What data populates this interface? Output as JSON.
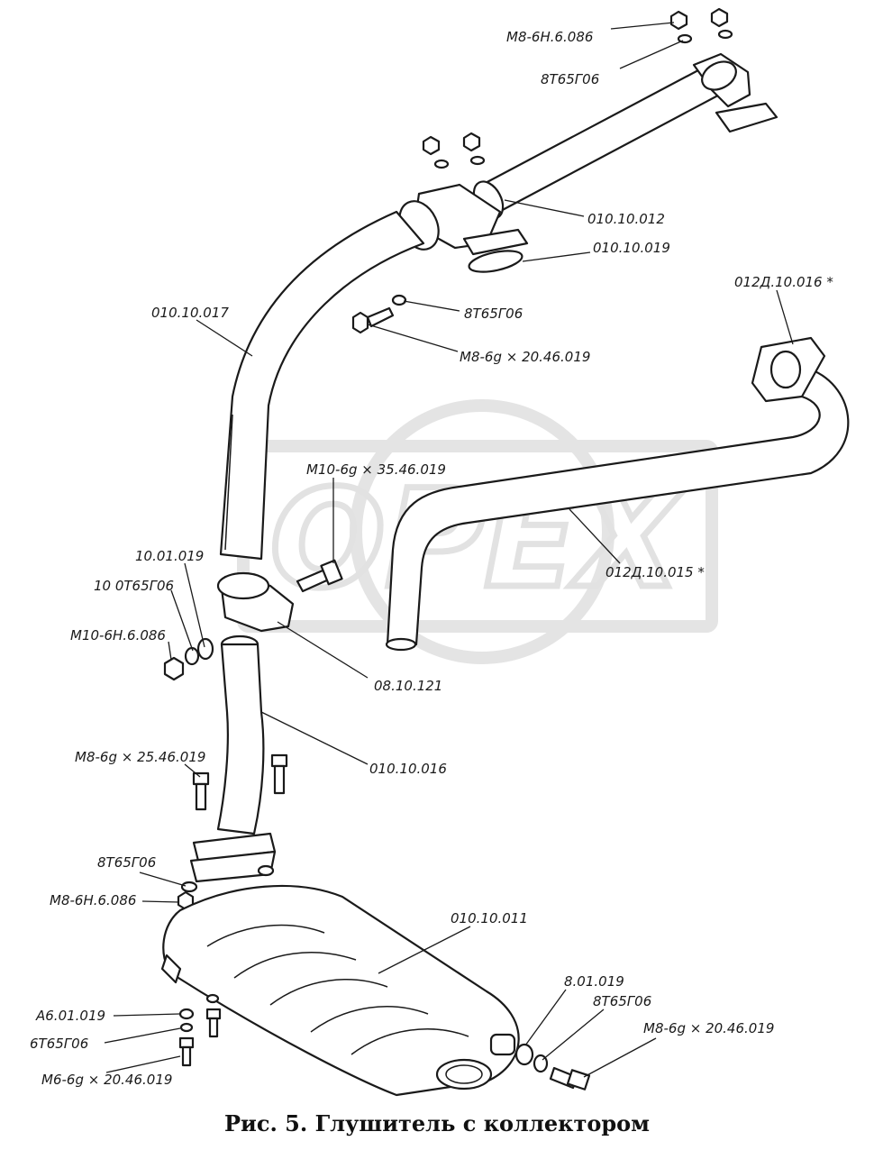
{
  "watermark": {
    "text": "OPEX"
  },
  "caption": "Рис. 5. Глушитель с коллектором",
  "labels": {
    "nut_m8_top": "M8-6H.6.086",
    "washer_8t_top": "8T65Г06",
    "part_010_10_012": "010.10.012",
    "part_010_10_019": "010.10.019",
    "part_012d_10_016": "012Д.10.016 *",
    "washer_8t_mid": "8T65Г06",
    "bolt_m8_20_mid": "M8-6g × 20.46.019",
    "part_010_10_017": "010.10.017",
    "bolt_m10_35": "M10-6g × 35.46.019",
    "washer_10_01": "10.01.019",
    "washer_10t": "10 0T65Г06",
    "nut_m10": "M10-6H.6.086",
    "part_012d_10_015": "012Д.10.015 *",
    "clamp_08_10_121": "08.10.121",
    "part_010_10_016": "010.10.016",
    "bolt_m8_25": "M8-6g × 25.46.019",
    "washer_8t_low": "8T65Г06",
    "nut_m8_low": "M8-6H.6.086",
    "muffler_010_10_011": "010.10.011",
    "washer_a6": "A6.01.019",
    "washer_6t": "6T65Г06",
    "bolt_m6_20": "M6-6g × 20.46.019",
    "washer_8_01": "8.01.019",
    "washer_8t_right": "8T65Г06",
    "bolt_m8_20_right": "M8-6g × 20.46.019"
  }
}
